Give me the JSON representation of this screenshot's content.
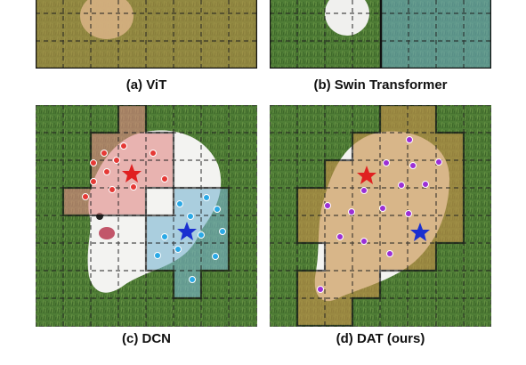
{
  "figure": {
    "panels": [
      {
        "id": "vit",
        "caption": "(a) ViT"
      },
      {
        "id": "swin",
        "caption": "(b) Swin Transformer"
      },
      {
        "id": "dcn",
        "caption": "(c) DCN"
      },
      {
        "id": "dat",
        "caption": "(d) DAT (ours)"
      }
    ],
    "colors": {
      "grass": "#4f7d36",
      "grass_dark": "#3f6a2b",
      "dog": "#f4f4f2",
      "region_orange": "#c8914a",
      "region_blue": "#6aa8c4",
      "dcn_red_region": "#e28a86",
      "dcn_blue_region": "#7ab6d2",
      "red_points": "#e53935",
      "blue_points": "#2aa9e6",
      "purple_points": "#9b2fd6",
      "red_star": "#e02020",
      "blue_star": "#1a2fd0",
      "outline": "#111111"
    }
  }
}
